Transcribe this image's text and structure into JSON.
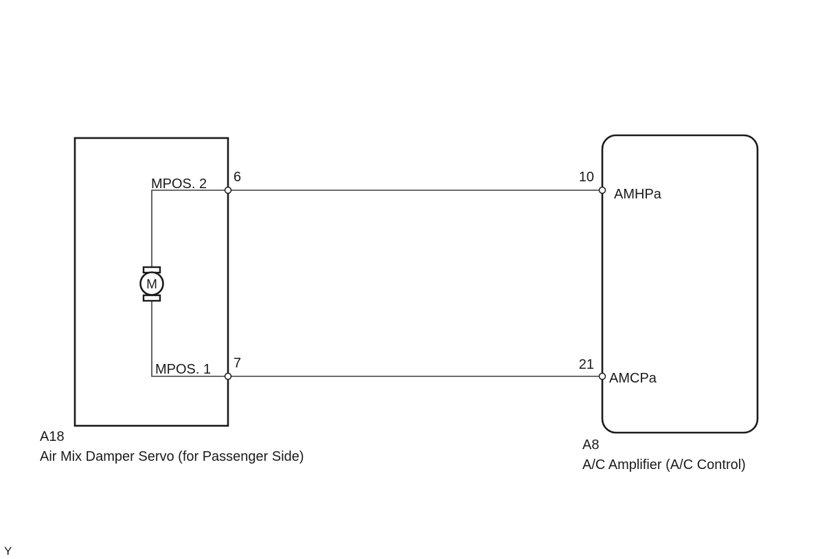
{
  "components": {
    "left": {
      "code": "A18",
      "name": "Air Mix Damper Servo (for Passenger Side)",
      "motor_symbol": "M",
      "signals": {
        "upper": "MPOS. 2",
        "lower": "MPOS. 1"
      },
      "pins": {
        "upper": "6",
        "lower": "7"
      }
    },
    "right": {
      "code": "A8",
      "name": "A/C Amplifier (A/C Control)",
      "signals": {
        "upper": "AMHPa",
        "lower": "AMCPa"
      },
      "pins": {
        "upper": "10",
        "lower": "21"
      }
    }
  },
  "footer": {
    "corner_mark": "Y"
  }
}
